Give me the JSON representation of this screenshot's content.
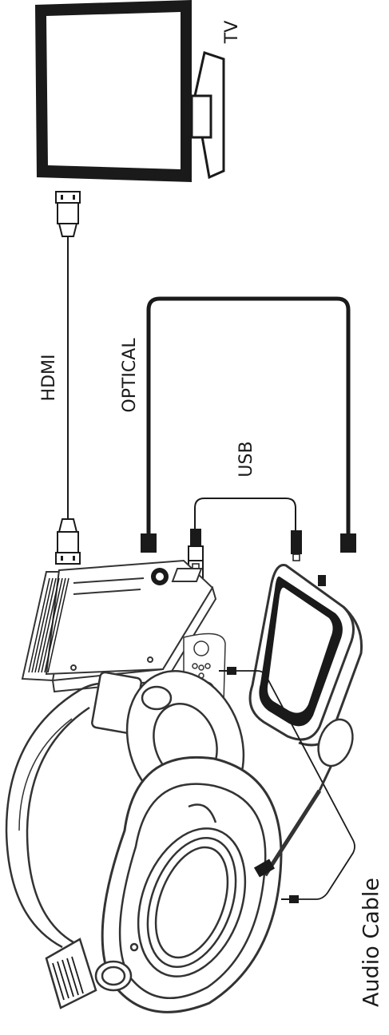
{
  "labels": {
    "tv": "TV",
    "hdmi": "HDMI",
    "optical": "OPTICAL",
    "usb": "USB",
    "audio_cable": "Audio Cable"
  },
  "devices": [
    "tv",
    "game-console",
    "base-station",
    "controller",
    "headset"
  ],
  "cables": [
    "hdmi-cable",
    "optical-cable",
    "usb-cable",
    "audio-cable"
  ],
  "colors": {
    "line": "#1a1a1a",
    "stroke": "#333333",
    "background": "#ffffff"
  }
}
